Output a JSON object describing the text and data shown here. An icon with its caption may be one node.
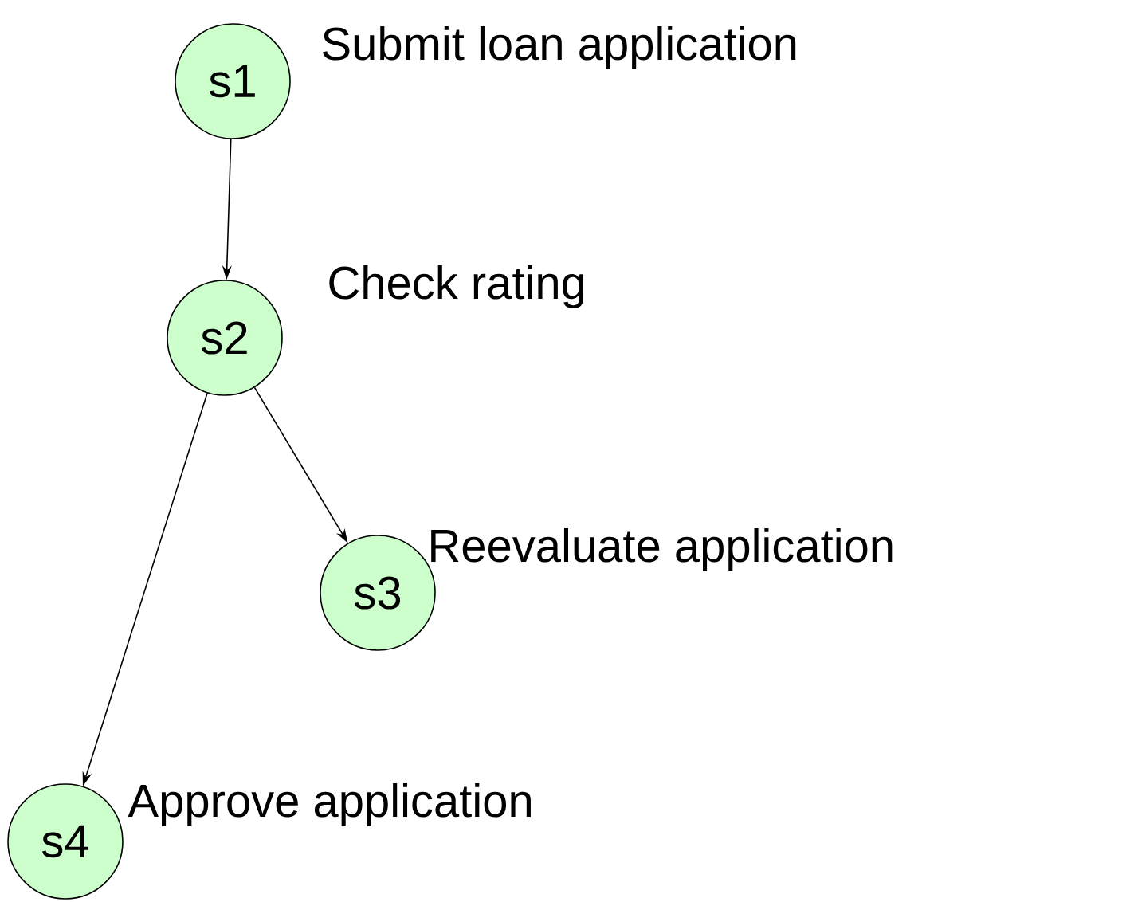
{
  "diagram": {
    "nodes": [
      {
        "text": [
          "s1"
        ],
        "beside": [
          "Submit loan application"
        ]
      },
      {
        "text": [
          "s2"
        ],
        "beside": [
          "Check rating"
        ]
      },
      {
        "text": [
          "s3"
        ],
        "beside": [
          "Reevaluate application"
        ]
      },
      {
        "text": [
          "s4"
        ],
        "beside": [
          "Approve application"
        ]
      }
    ],
    "edges": [
      {
        "from": 0,
        "to": 1,
        "arrow": "to"
      },
      {
        "from": 1,
        "to": 2,
        "arrow": "to"
      },
      {
        "from": 1,
        "to": 3,
        "arrow": "to"
      }
    ]
  }
}
